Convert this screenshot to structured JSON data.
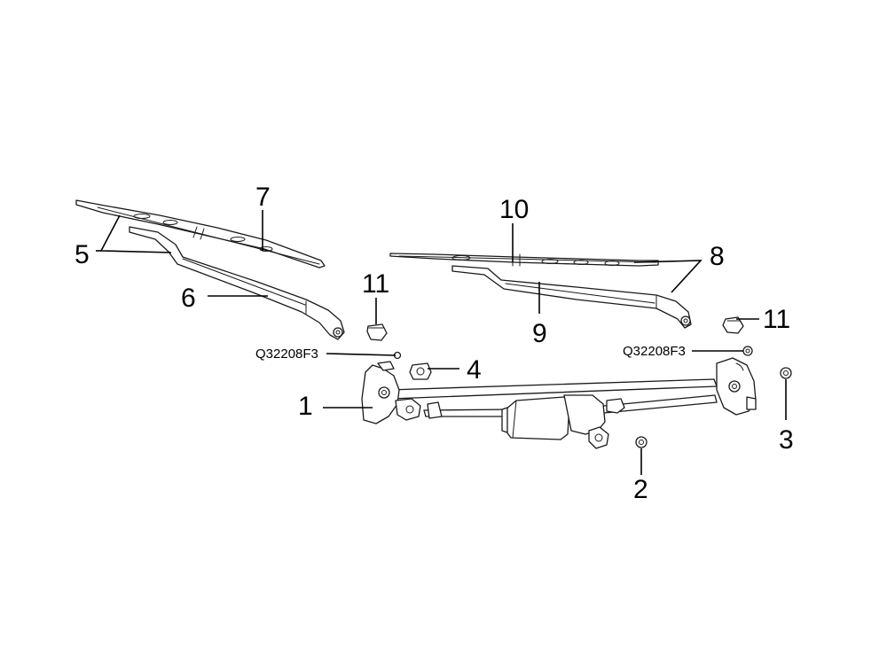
{
  "callouts": {
    "c1": "1",
    "c2": "2",
    "c3": "3",
    "c4": "4",
    "c5": "5",
    "c6": "6",
    "c7": "7",
    "c8": "8",
    "c9": "9",
    "c10": "10",
    "c11_left": "11",
    "c11_right": "11"
  },
  "part_codes": {
    "left_nut": "Q32208F3",
    "right_nut": "Q32208F3"
  },
  "colors": {
    "line": "#1a1a1a",
    "background": "#ffffff"
  }
}
